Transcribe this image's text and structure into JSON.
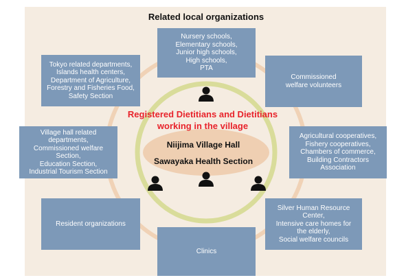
{
  "title": "Related local organizations",
  "center_title": "Registered Dietitians and Dietitians\nworking in the village",
  "hall_line1": "Niijima Village Hall",
  "hall_line2": "Sawayaka Health Section",
  "colors": {
    "background": "#f5ece1",
    "box": "#7d99b8",
    "outer_ring": "#f0d2b6",
    "inner_ring": "#d9dc9a",
    "center_ellipse": "#efcfb2",
    "accent_text": "#e8232b"
  },
  "boxes": {
    "top": "Nursery schools,\nElementary schools,\nJunior high schools,\nHigh schools,\nPTA",
    "top_left": "Tokyo related departments,\nIslands health centers,\nDepartment of Agriculture,\nForestry and Fisheries Food,\nSafety Section",
    "top_right": "Commissioned\nwelfare volunteers",
    "mid_left": "Village hall related\ndepartments,\nCommissioned welfare\nSection,\nEducation Section,\nIndustrial Tourism Section",
    "mid_right": "Agricultural cooperatives,\nFishery cooperatives,\nChambers of commerce,\nBuilding Contractors\nAssociation",
    "bottom_left": "Resident organizations",
    "bottom_right": "Silver Human Resource\nCenter,\nIntensive care homes for\nthe elderly,\nSocial welfare councils",
    "bottom": "Clinics"
  },
  "icons": [
    "person-icon",
    "person-icon",
    "person-icon",
    "person-icon"
  ]
}
